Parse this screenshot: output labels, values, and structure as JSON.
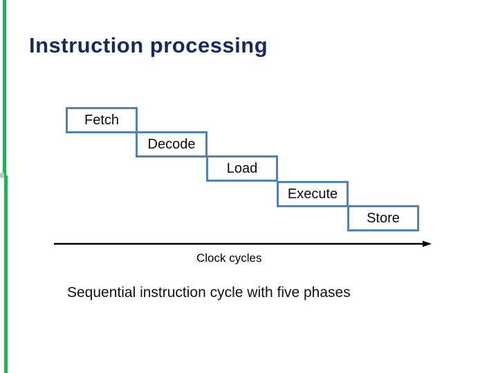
{
  "slide": {
    "title": "Instruction processing"
  },
  "diagram": {
    "type": "staircase-pipeline",
    "phases": [
      {
        "label": "Fetch"
      },
      {
        "label": "Decode"
      },
      {
        "label": "Load"
      },
      {
        "label": "Execute"
      },
      {
        "label": "Store"
      }
    ],
    "axis_label": "Clock cycles"
  },
  "caption": "Sequential instruction cycle with five phases",
  "colors": {
    "accent_green": "#2BAB5C",
    "box_border": "#4F81BD",
    "title_navy": "#19295E",
    "arrow": "#000000"
  }
}
